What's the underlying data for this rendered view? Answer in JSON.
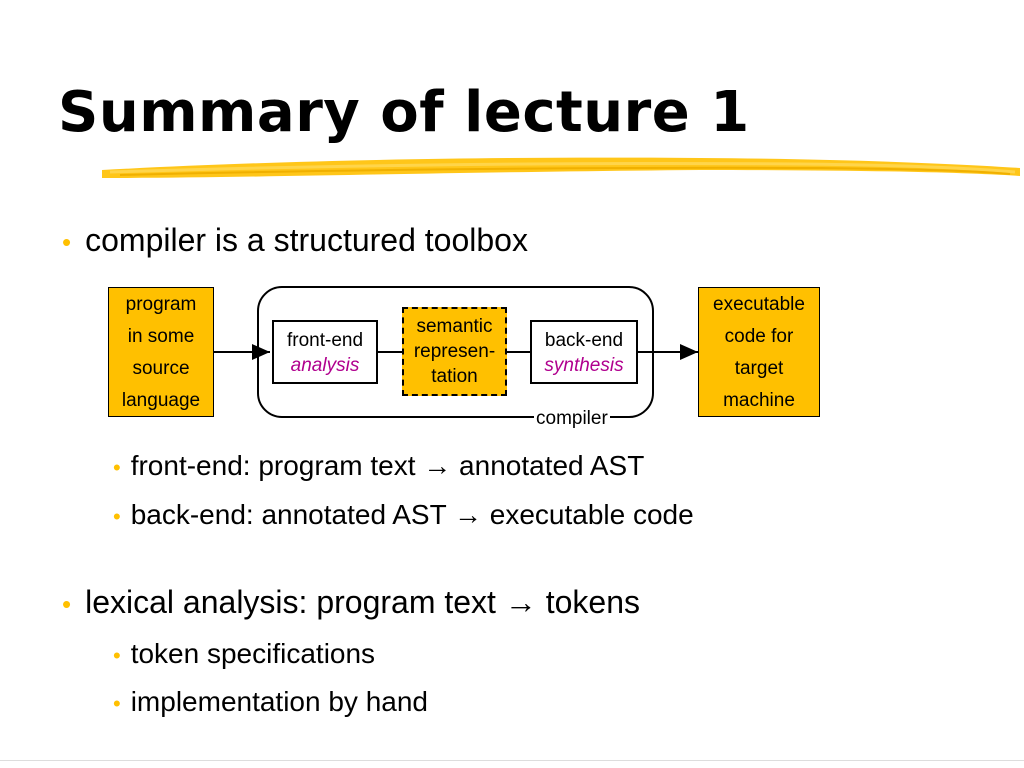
{
  "title": "Summary of lecture 1",
  "bullets": [
    {
      "text": "compiler is a structured toolbox"
    },
    {
      "text": "lexical analysis: program text → tokens"
    }
  ],
  "sub_bullets_1": [
    {
      "text": "front-end: program text → annotated AST"
    },
    {
      "text": "back-end: annotated AST → executable code"
    }
  ],
  "sub_bullets_2": [
    {
      "text": "token specifications"
    },
    {
      "text": "implementation by hand"
    }
  ],
  "diagram": {
    "source_lines": [
      "program",
      "in some",
      "source",
      "language"
    ],
    "frontend": {
      "line1": "front-end",
      "line2": "analysis"
    },
    "semantic_lines": [
      "semantic",
      "represen-",
      "tation"
    ],
    "backend": {
      "line1": "back-end",
      "line2": "synthesis"
    },
    "target_lines": [
      "executable",
      "code for",
      "target",
      "machine"
    ],
    "compiler_label": "compiler"
  },
  "colors": {
    "accent": "#FFC000",
    "italic_text": "#B0008E"
  }
}
